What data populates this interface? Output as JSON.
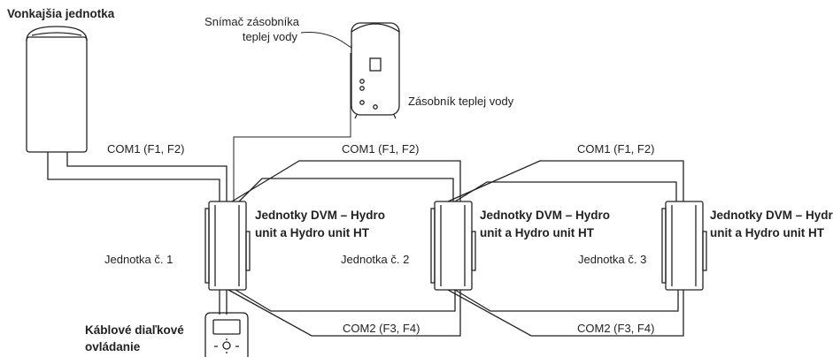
{
  "labels": {
    "outdoor_unit": "Vonkajšia jednotka",
    "tank_sensor_line1": "Snímač zásobníka",
    "tank_sensor_line2": "teplej vody",
    "hot_water_tank": "Zásobník teplej vody",
    "com1": "COM1 (F1, F2)",
    "com2": "COM2 (F3, F4)",
    "hydro_unit_line1": "Jednotky DVM – Hydro",
    "hydro_unit_line2": "unit a Hydro unit HT",
    "unit1": "Jednotka č. 1",
    "unit2": "Jednotka č. 2",
    "unit3": "Jednotka č. 3",
    "remote_line1": "Káblové diaľkové",
    "remote_line2": "ovládanie"
  },
  "colors": {
    "line": "#222222",
    "background": "#ffffff"
  }
}
